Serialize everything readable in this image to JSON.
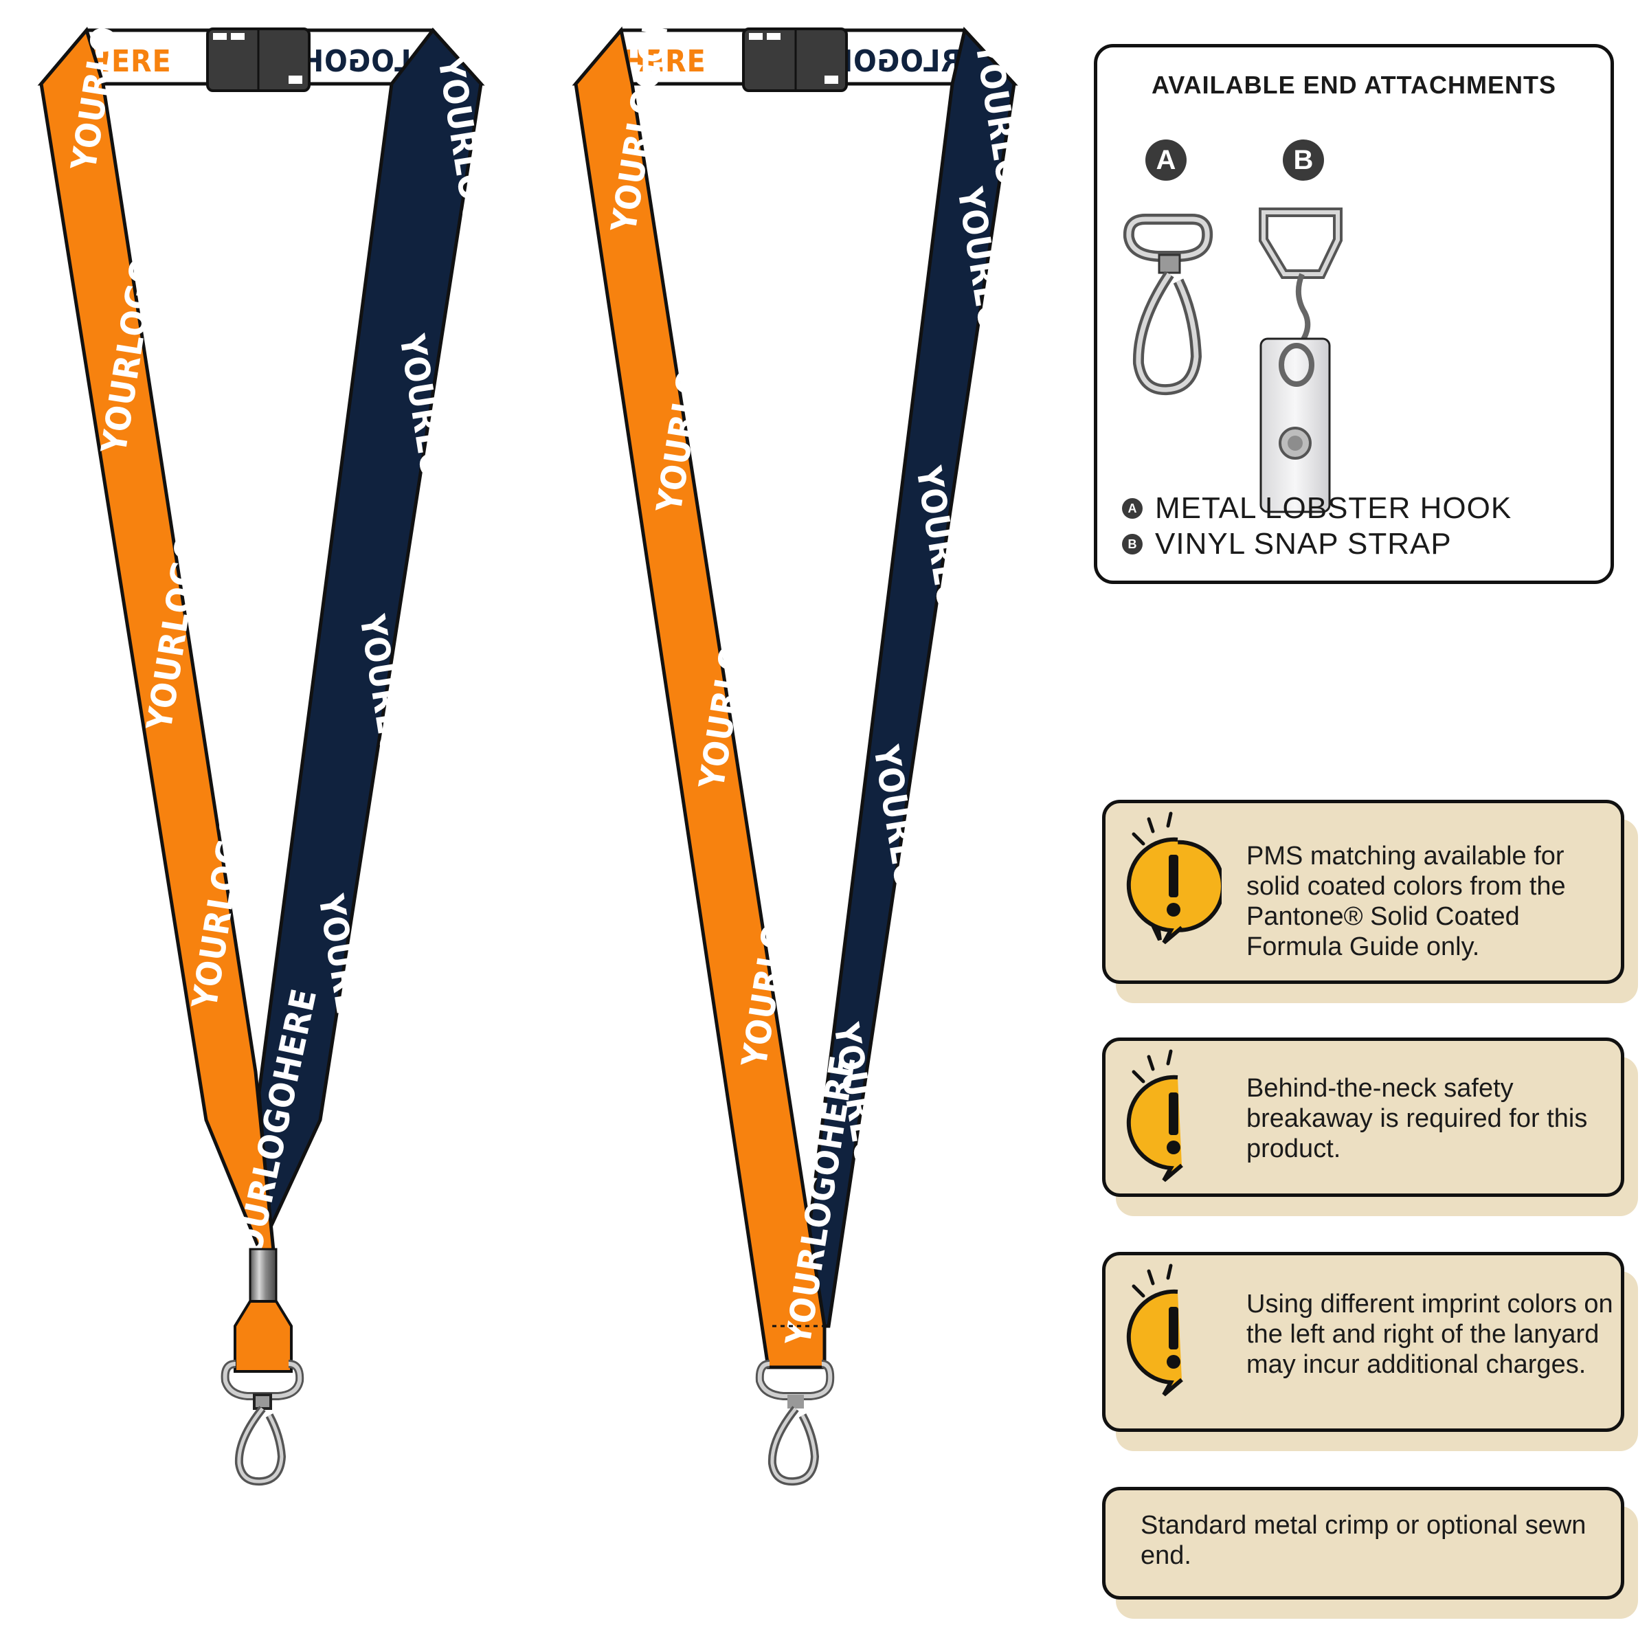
{
  "lanyard_imprint": "YOURLOGOHERE",
  "imprint_mirrored_top": "RLOGOHE",
  "imprint_top_orange": "HERE",
  "attachments": {
    "title": "AVAILABLE END ATTACHMENTS",
    "options": [
      {
        "badge": "A",
        "label": "METAL LOBSTER HOOK",
        "icon": "lobster-hook-icon"
      },
      {
        "badge": "B",
        "label": "VINYL SNAP STRAP",
        "icon": "vinyl-snap-strap-icon"
      }
    ]
  },
  "notes": [
    {
      "icon": "warning-icon",
      "text": "PMS matching available for solid coated colors from the Pantone® Solid Coated Formula Guide only."
    },
    {
      "icon": "warning-icon",
      "text": "Behind-the-neck safety breakaway is required for this product."
    },
    {
      "icon": "warning-icon",
      "text": "Using different imprint colors on the left and right of the lanyard may incur additional charges."
    },
    {
      "text": "Standard metal crimp or optional sewn end."
    }
  ],
  "colors": {
    "orange": "#f7820f",
    "navy": "#10223e",
    "beige": "#ecdfc2",
    "warning": "#f6b21a"
  }
}
